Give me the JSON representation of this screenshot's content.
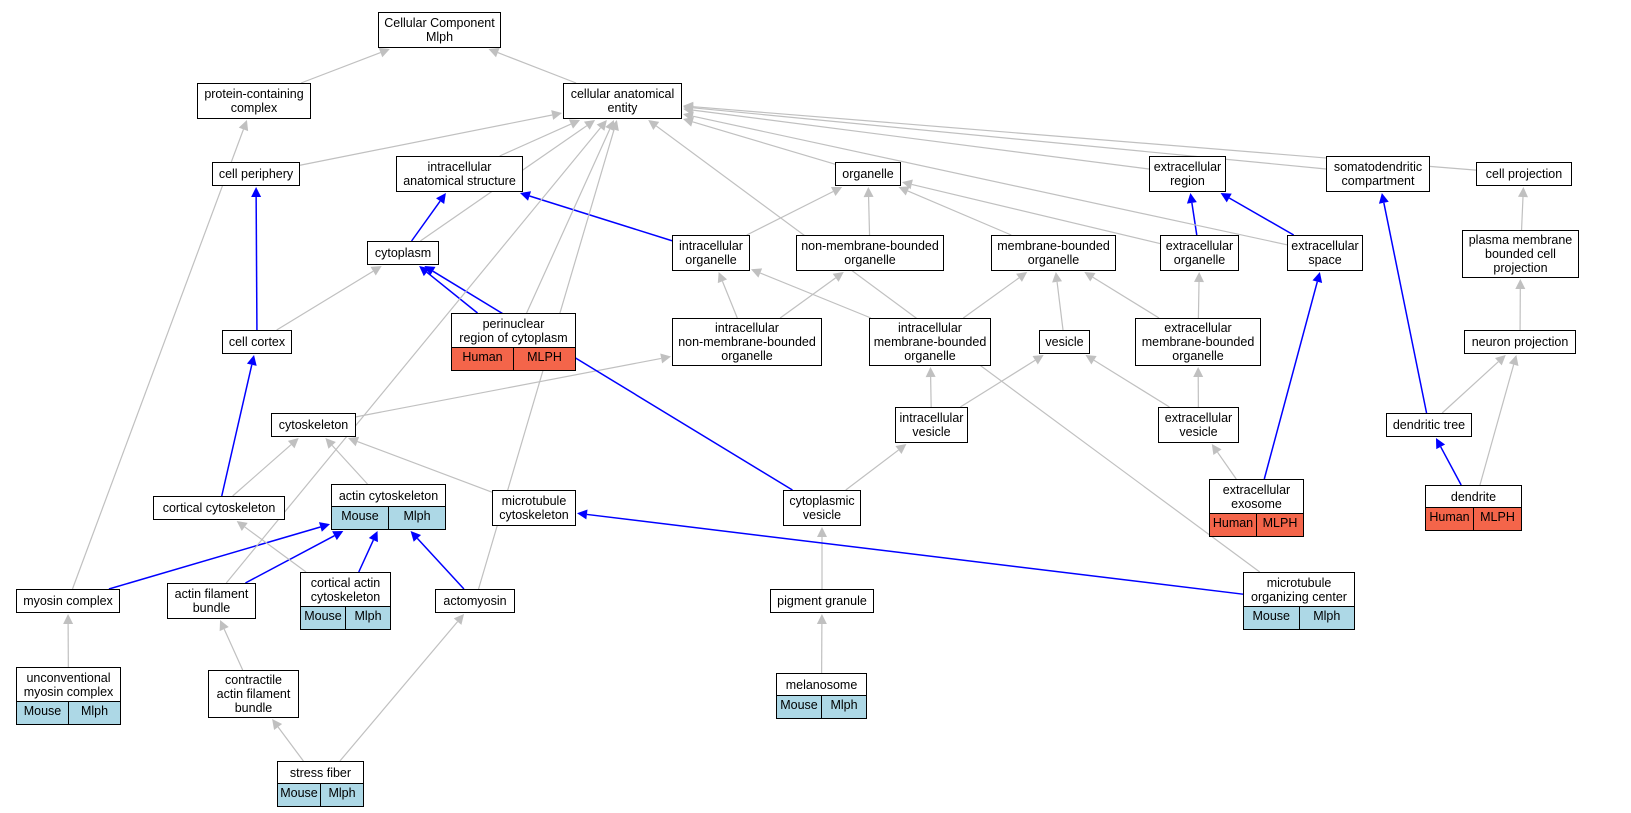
{
  "colors": {
    "edge_default": "#c0c0c0",
    "edge_highlight": "#0000ff",
    "annotation_mouse": "#add8e6",
    "annotation_human": "#f4654a",
    "node_border": "#000000",
    "node_fill": "#ffffff"
  },
  "nodes": {
    "cc_root": {
      "label": "Cellular Component\nMlph"
    },
    "protein_complex": {
      "label": "protein-containing\ncomplex"
    },
    "cae": {
      "label": "cellular anatomical\nentity"
    },
    "cell_periphery": {
      "label": "cell periphery"
    },
    "ias": {
      "label": "intracellular\nanatomical structure"
    },
    "organelle": {
      "label": "organelle"
    },
    "ecr": {
      "label": "extracellular\nregion"
    },
    "sdc": {
      "label": "somatodendritic\ncompartment"
    },
    "cell_projection": {
      "label": "cell projection"
    },
    "cytoplasm": {
      "label": "cytoplasm"
    },
    "intra_org": {
      "label": "intracellular\norganelle"
    },
    "nmb_org": {
      "label": "non-membrane-bounded\norganelle"
    },
    "mb_org": {
      "label": "membrane-bounded\norganelle"
    },
    "ec_org": {
      "label": "extracellular\norganelle"
    },
    "ec_space": {
      "label": "extracellular\nspace"
    },
    "pmbcp": {
      "label": "plasma membrane\nbounded cell\nprojection"
    },
    "cell_cortex": {
      "label": "cell cortex"
    },
    "perinuclear": {
      "label": "perinuclear\nregion of cytoplasm",
      "tags": [
        "Human",
        "MLPH"
      ]
    },
    "inmb_org": {
      "label": "intracellular\nnon-membrane-bounded\norganelle"
    },
    "imb_org": {
      "label": "intracellular\nmembrane-bounded\norganelle"
    },
    "vesicle": {
      "label": "vesicle"
    },
    "emb_org": {
      "label": "extracellular\nmembrane-bounded\norganelle"
    },
    "neuron_proj": {
      "label": "neuron projection"
    },
    "cytoskeleton": {
      "label": "cytoskeleton"
    },
    "intra_vesicle": {
      "label": "intracellular\nvesicle"
    },
    "ec_vesicle": {
      "label": "extracellular\nvesicle"
    },
    "dendritic_tree": {
      "label": "dendritic tree"
    },
    "cortical_cytoskeleton": {
      "label": "cortical cytoskeleton"
    },
    "actin_cytoskeleton": {
      "label": "actin cytoskeleton",
      "tags": [
        "Mouse",
        "Mlph"
      ]
    },
    "mt_cytoskeleton": {
      "label": "microtubule\ncytoskeleton"
    },
    "cyto_vesicle": {
      "label": "cytoplasmic\nvesicle"
    },
    "ec_exosome": {
      "label": "extracellular\nexosome",
      "tags": [
        "Human",
        "MLPH"
      ]
    },
    "dendrite": {
      "label": "dendrite",
      "tags": [
        "Human",
        "MLPH"
      ]
    },
    "myosin_complex": {
      "label": "myosin complex"
    },
    "actin_bundle": {
      "label": "actin filament\nbundle"
    },
    "cortical_actin": {
      "label": "cortical actin\ncytoskeleton",
      "tags": [
        "Mouse",
        "Mlph"
      ]
    },
    "actomyosin": {
      "label": "actomyosin"
    },
    "pigment_granule": {
      "label": "pigment granule"
    },
    "mtoc": {
      "label": "microtubule\norganizing center",
      "tags": [
        "Mouse",
        "Mlph"
      ]
    },
    "unconv_myosin": {
      "label": "unconventional\nmyosin complex",
      "tags": [
        "Mouse",
        "Mlph"
      ]
    },
    "contractile_bundle": {
      "label": "contractile\nactin filament\nbundle"
    },
    "melanosome": {
      "label": "melanosome",
      "tags": [
        "Mouse",
        "Mlph"
      ]
    },
    "stress_fiber": {
      "label": "stress fiber",
      "tags": [
        "Mouse",
        "Mlph"
      ]
    }
  },
  "edges": [
    {
      "from": "protein_complex",
      "to": "cc_root",
      "highlight": false
    },
    {
      "from": "cae",
      "to": "cc_root",
      "highlight": false
    },
    {
      "from": "cell_periphery",
      "to": "cae",
      "highlight": false
    },
    {
      "from": "ias",
      "to": "cae",
      "highlight": false
    },
    {
      "from": "organelle",
      "to": "cae",
      "highlight": false
    },
    {
      "from": "ecr",
      "to": "cae",
      "highlight": false
    },
    {
      "from": "sdc",
      "to": "cae",
      "highlight": false
    },
    {
      "from": "cell_projection",
      "to": "cae",
      "highlight": false
    },
    {
      "from": "cytoplasm",
      "to": "cae",
      "highlight": false
    },
    {
      "from": "cytoplasm",
      "to": "ias",
      "highlight": true
    },
    {
      "from": "intra_org",
      "to": "organelle",
      "highlight": false
    },
    {
      "from": "intra_org",
      "to": "ias",
      "highlight": true
    },
    {
      "from": "nmb_org",
      "to": "organelle",
      "highlight": false
    },
    {
      "from": "mb_org",
      "to": "organelle",
      "highlight": false
    },
    {
      "from": "ec_org",
      "to": "organelle",
      "highlight": false
    },
    {
      "from": "ec_org",
      "to": "ecr",
      "highlight": true
    },
    {
      "from": "ec_space",
      "to": "ecr",
      "highlight": true
    },
    {
      "from": "ec_space",
      "to": "cae",
      "highlight": false
    },
    {
      "from": "pmbcp",
      "to": "cell_projection",
      "highlight": false
    },
    {
      "from": "cell_cortex",
      "to": "cell_periphery",
      "highlight": true
    },
    {
      "from": "cell_cortex",
      "to": "cytoplasm",
      "highlight": false
    },
    {
      "from": "perinuclear",
      "to": "cytoplasm",
      "highlight": true
    },
    {
      "from": "perinuclear",
      "to": "cae",
      "highlight": false
    },
    {
      "from": "inmb_org",
      "to": "intra_org",
      "highlight": false
    },
    {
      "from": "inmb_org",
      "to": "nmb_org",
      "highlight": false
    },
    {
      "from": "imb_org",
      "to": "intra_org",
      "highlight": false
    },
    {
      "from": "imb_org",
      "to": "mb_org",
      "highlight": false
    },
    {
      "from": "vesicle",
      "to": "mb_org",
      "highlight": false
    },
    {
      "from": "emb_org",
      "to": "mb_org",
      "highlight": false
    },
    {
      "from": "emb_org",
      "to": "ec_org",
      "highlight": false
    },
    {
      "from": "neuron_proj",
      "to": "pmbcp",
      "highlight": false
    },
    {
      "from": "cytoskeleton",
      "to": "inmb_org",
      "highlight": false
    },
    {
      "from": "intra_vesicle",
      "to": "imb_org",
      "highlight": false
    },
    {
      "from": "intra_vesicle",
      "to": "vesicle",
      "highlight": false
    },
    {
      "from": "ec_vesicle",
      "to": "vesicle",
      "highlight": false
    },
    {
      "from": "ec_vesicle",
      "to": "emb_org",
      "highlight": false
    },
    {
      "from": "dendritic_tree",
      "to": "sdc",
      "highlight": true
    },
    {
      "from": "dendritic_tree",
      "to": "neuron_proj",
      "highlight": false
    },
    {
      "from": "cortical_cytoskeleton",
      "to": "cytoskeleton",
      "highlight": false
    },
    {
      "from": "cortical_cytoskeleton",
      "to": "cell_cortex",
      "highlight": true
    },
    {
      "from": "actin_cytoskeleton",
      "to": "cytoskeleton",
      "highlight": false
    },
    {
      "from": "mt_cytoskeleton",
      "to": "cytoskeleton",
      "highlight": false
    },
    {
      "from": "cyto_vesicle",
      "to": "intra_vesicle",
      "highlight": false
    },
    {
      "from": "cyto_vesicle",
      "to": "cytoplasm",
      "highlight": true
    },
    {
      "from": "ec_exosome",
      "to": "ec_vesicle",
      "highlight": false
    },
    {
      "from": "ec_exosome",
      "to": "ec_space",
      "highlight": true
    },
    {
      "from": "dendrite",
      "to": "dendritic_tree",
      "highlight": true
    },
    {
      "from": "dendrite",
      "to": "neuron_proj",
      "highlight": false
    },
    {
      "from": "myosin_complex",
      "to": "protein_complex",
      "highlight": false
    },
    {
      "from": "myosin_complex",
      "to": "actin_cytoskeleton",
      "highlight": true
    },
    {
      "from": "actin_bundle",
      "to": "actin_cytoskeleton",
      "highlight": true
    },
    {
      "from": "actin_bundle",
      "to": "cae",
      "highlight": false
    },
    {
      "from": "cortical_actin",
      "to": "actin_cytoskeleton",
      "highlight": true
    },
    {
      "from": "cortical_actin",
      "to": "cortical_cytoskeleton",
      "highlight": false
    },
    {
      "from": "actomyosin",
      "to": "actin_cytoskeleton",
      "highlight": true
    },
    {
      "from": "actomyosin",
      "to": "cae",
      "highlight": false
    },
    {
      "from": "pigment_granule",
      "to": "cyto_vesicle",
      "highlight": false
    },
    {
      "from": "mtoc",
      "to": "mt_cytoskeleton",
      "highlight": true
    },
    {
      "from": "mtoc",
      "to": "cae",
      "highlight": false
    },
    {
      "from": "unconv_myosin",
      "to": "myosin_complex",
      "highlight": false
    },
    {
      "from": "contractile_bundle",
      "to": "actin_bundle",
      "highlight": false
    },
    {
      "from": "melanosome",
      "to": "pigment_granule",
      "highlight": false
    },
    {
      "from": "stress_fiber",
      "to": "contractile_bundle",
      "highlight": false
    },
    {
      "from": "stress_fiber",
      "to": "actomyosin",
      "highlight": false
    }
  ]
}
